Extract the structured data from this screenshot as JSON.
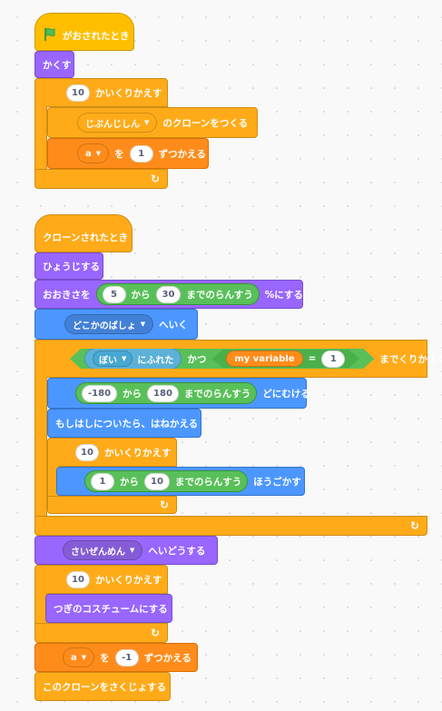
{
  "script1": {
    "hat_label": "がおされたとき",
    "hide": "かくす",
    "repeat_count": "10",
    "repeat_label": "かいくりかえす",
    "clone_target": "じぶんじしん",
    "clone_label": "のクローンをつくる",
    "var_name": "a",
    "var_wo": "を",
    "var_amount": "1",
    "var_label": "ずつかえる"
  },
  "script2": {
    "hat_label": "クローンされたとき",
    "show": "ひょうじする",
    "size_prefix": "おおきさを",
    "rand_from": "5",
    "kara": "から",
    "rand_to": "30",
    "rand_label": "までのらんすう",
    "size_suffix": "%にする",
    "goto_target": "どこかのばしょ",
    "goto_label": "へいく",
    "touch_target": "ぼい",
    "touch_label": "にふれた",
    "and_label": "かつ",
    "var_reporter": "my variable",
    "eq": "=",
    "eq_value": "1",
    "until_label": "までくりかえす",
    "dir_from": "-180",
    "dir_to": "180",
    "dir_suffix": "どにむける",
    "bounce": "もしはしについたら、はねかえる",
    "inner_repeat_count": "10",
    "inner_repeat_label": "かいくりかえす",
    "move_from": "1",
    "move_to": "10",
    "move_suffix": "ほうごかす",
    "layer_target": "さいぜんめん",
    "layer_label": "へいどうする",
    "costume_repeat_count": "10",
    "costume_repeat_label": "かいくりかえす",
    "next_costume": "つぎのコスチュームにする",
    "var2_name": "a",
    "var2_wo": "を",
    "var2_amount": "-1",
    "var2_label": "ずつかえる",
    "delete_clone": "このクローンをさくじょする"
  },
  "icons": {
    "flag": "green-flag-icon",
    "dropdown": "dropdown-arrow-icon",
    "loop": "loop-arrow-icon"
  },
  "colors": {
    "events": "#ffbf00",
    "looks": "#9966ff",
    "control": "#ffab19",
    "motion": "#4c97ff",
    "sensing": "#5cb1d6",
    "variables": "#ff8c1a",
    "operators": "#59c059"
  }
}
